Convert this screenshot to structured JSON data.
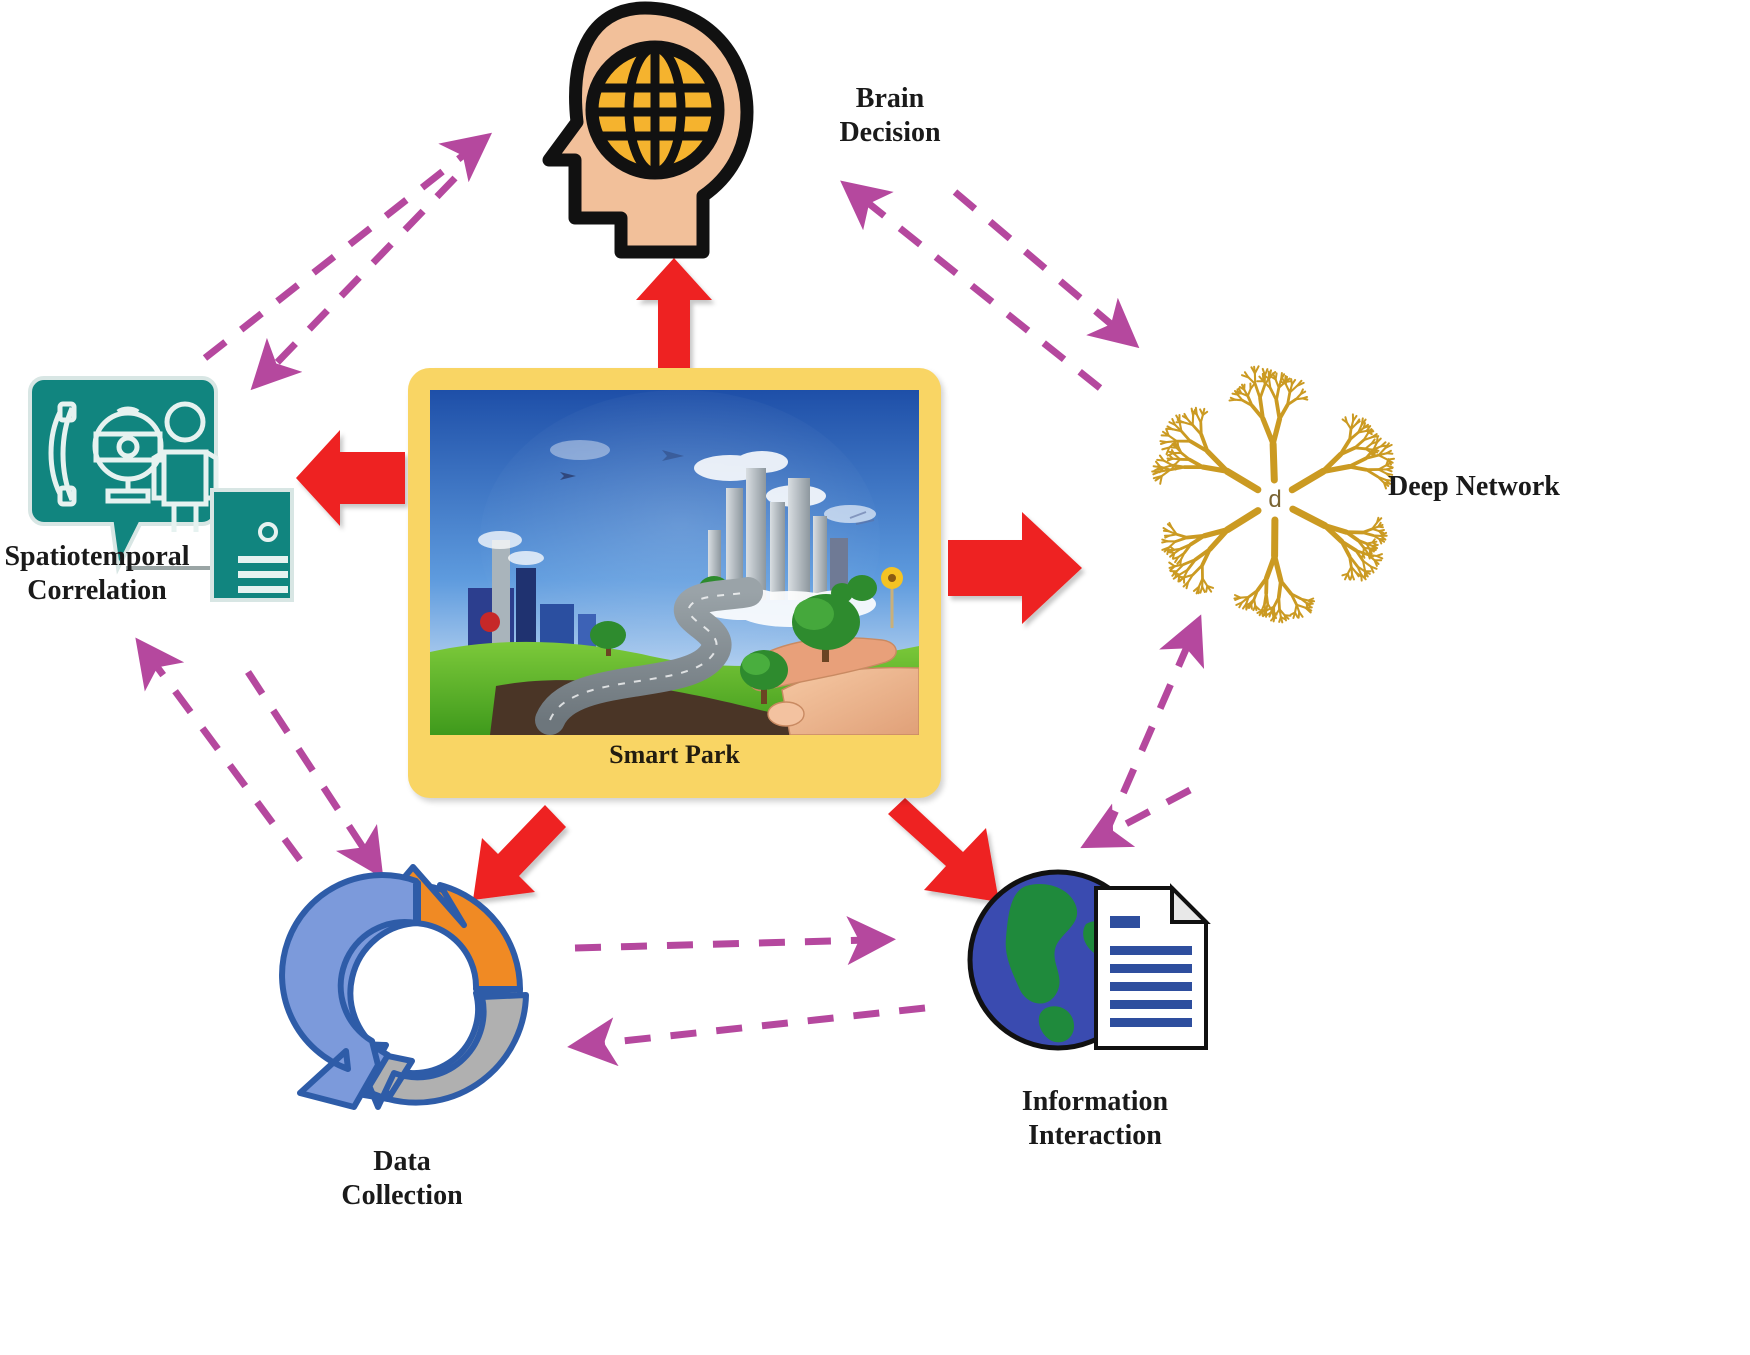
{
  "diagram": {
    "title": "Smart Park conceptual framework",
    "center": {
      "label": "Smart Park",
      "icon": "smart-city-in-hands-photo",
      "frame_color": "#F9D564"
    },
    "nodes": [
      {
        "id": "brain-decision",
        "label": "Brain\nDecision",
        "line1": "Brain",
        "line2": "Decision",
        "icon": "head-with-globe-icon",
        "colors": {
          "skin": "#F2C09A",
          "outline": "#111111",
          "globe": "#F5B32E"
        },
        "position": "top"
      },
      {
        "id": "spatiotemporal-correlation",
        "label": "Spatiotemporal\nCorrelation",
        "line1": "Spatiotemporal",
        "line2": "Correlation",
        "icon": "speech-bubble-phone-camera-person-icon",
        "colors": {
          "fill": "#11857F",
          "stroke": "#D8E6E4"
        },
        "position": "left"
      },
      {
        "id": "deep-network",
        "label": "Deep Network",
        "line1": "Deep Network",
        "line2": "",
        "icon": "radial-dendrite-network-icon",
        "center_glyph": "d",
        "colors": {
          "branch": "#CB9A22"
        },
        "position": "right"
      },
      {
        "id": "data-collection",
        "label": "Data\nCollection",
        "line1": "Data",
        "line2": "Collection",
        "icon": "three-arrow-recycle-cycle-icon",
        "colors": {
          "orange": "#F08A24",
          "gray": "#B0B0B0",
          "blue": "#7C9ADB",
          "stroke": "#2E5CA8"
        },
        "position": "bottom-left"
      },
      {
        "id": "information-interaction",
        "label": "Information\nInteraction",
        "line1": "Information",
        "line2": "Interaction",
        "icon": "globe-with-document-icon",
        "colors": {
          "ocean": "#3A4BB0",
          "land": "#1F8A3C",
          "doc_line": "#2E4E9E"
        },
        "position": "bottom-right"
      }
    ],
    "solid_arrows": {
      "color": "#EE2222",
      "description": "red block arrows radiating out of Smart Park",
      "items": [
        {
          "from": "smart-park",
          "to": "brain-decision",
          "direction": "up"
        },
        {
          "from": "smart-park",
          "to": "spatiotemporal-correlation",
          "direction": "left"
        },
        {
          "from": "smart-park",
          "to": "deep-network",
          "direction": "right"
        },
        {
          "from": "smart-park",
          "to": "data-collection",
          "direction": "down-left"
        },
        {
          "from": "smart-park",
          "to": "information-interaction",
          "direction": "down-right"
        }
      ]
    },
    "dashed_arrows": {
      "color": "#B5489E",
      "description": "magenta dashed bi-directional links between neighbouring nodes",
      "pairs": [
        {
          "a": "spatiotemporal-correlation",
          "b": "brain-decision"
        },
        {
          "a": "brain-decision",
          "b": "deep-network"
        },
        {
          "a": "deep-network",
          "b": "information-interaction"
        },
        {
          "a": "information-interaction",
          "b": "data-collection"
        },
        {
          "a": "data-collection",
          "b": "spatiotemporal-correlation"
        }
      ]
    }
  }
}
